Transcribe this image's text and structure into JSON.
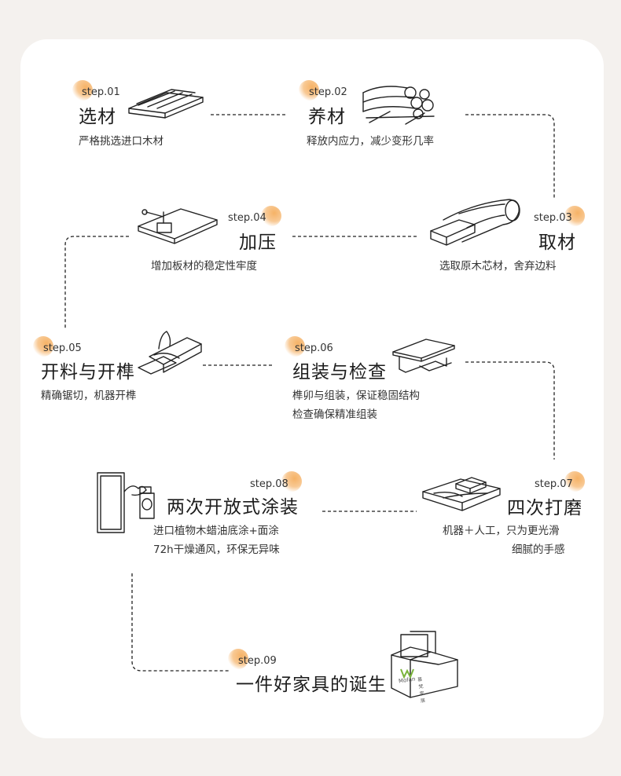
{
  "steps": [
    {
      "badge": "step.01",
      "title": "选材",
      "desc": [
        "严格挑选进口木材"
      ]
    },
    {
      "badge": "step.02",
      "title": "养材",
      "desc": [
        "释放内应力，减少变形几率"
      ]
    },
    {
      "badge": "step.03",
      "title": "取材",
      "desc": [
        "选取原木芯材，舍弃边料"
      ]
    },
    {
      "badge": "step.04",
      "title": "加压",
      "desc": [
        "增加板材的稳定性牢度"
      ]
    },
    {
      "badge": "step.05",
      "title": "开料与开榫",
      "desc": [
        "精确锯切，机器开榫"
      ]
    },
    {
      "badge": "step.06",
      "title": "组装与检查",
      "desc": [
        "榫卯与组装，保证稳固结构",
        "检查确保精准组装"
      ]
    },
    {
      "badge": "step.07",
      "title": "四次打磨",
      "desc": [
        "机器＋人工，只为更光滑",
        "细腻的手感"
      ]
    },
    {
      "badge": "step.08",
      "title": "两次开放式涂装",
      "desc": [
        "进口植物木蜡油底涂+面涂",
        "72h干燥通风，环保无异味"
      ]
    },
    {
      "badge": "step.09",
      "title": "一件好家具的诞生",
      "desc": []
    }
  ],
  "box_logo": {
    "letters": "Mofan",
    "sub": "慕梵家居"
  },
  "colors": {
    "accent": "#f6b266",
    "line": "#222222",
    "card": "#ffffff",
    "bg": "#f4f1ee"
  }
}
